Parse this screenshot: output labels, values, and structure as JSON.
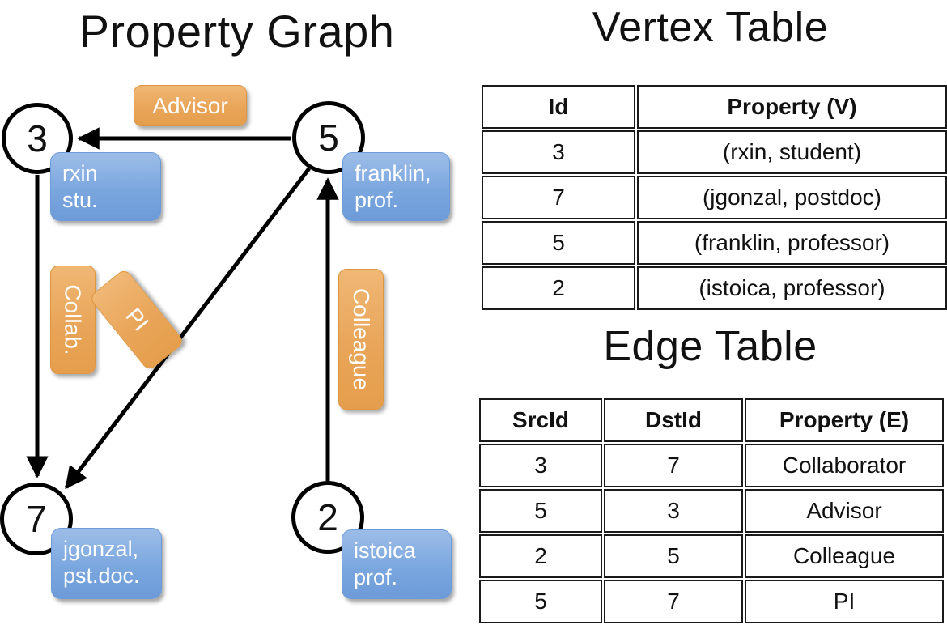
{
  "titles": {
    "property_graph": "Property Graph",
    "vertex_table": "Vertex Table",
    "edge_table": "Edge Table"
  },
  "colors": {
    "vertex_property_fill": "#d5e0f0",
    "edge_property_fill": "#f8dfc4",
    "vertex_box_fill": "#7ba7df",
    "edge_label_fill": "#e8a457",
    "stroke": "#000000",
    "background": "#ffffff"
  },
  "graph": {
    "nodes": [
      {
        "id": "3",
        "label": "3",
        "property_line1": "rxin",
        "property_line2": "stu."
      },
      {
        "id": "5",
        "label": "5",
        "property_line1": "franklin,",
        "property_line2": "prof."
      },
      {
        "id": "7",
        "label": "7",
        "property_line1": "jgonzal,",
        "property_line2": "pst.doc."
      },
      {
        "id": "2",
        "label": "2",
        "property_line1": "istoica",
        "property_line2": "prof."
      }
    ],
    "edge_labels": [
      {
        "name": "advisor",
        "text": "Advisor"
      },
      {
        "name": "collab",
        "text": "Collab."
      },
      {
        "name": "pi",
        "text": "PI"
      },
      {
        "name": "colleague",
        "text": "Colleague"
      }
    ],
    "edges": [
      {
        "from": "5",
        "to": "3",
        "label": "Advisor"
      },
      {
        "from": "3",
        "to": "7",
        "label": "Collab."
      },
      {
        "from": "5",
        "to": "7",
        "label": "PI"
      },
      {
        "from": "2",
        "to": "5",
        "label": "Colleague"
      }
    ]
  },
  "vertex_table": {
    "headers": [
      "Id",
      "Property (V)"
    ],
    "rows": [
      {
        "id": "3",
        "property": "(rxin, student)"
      },
      {
        "id": "7",
        "property": "(jgonzal, postdoc)"
      },
      {
        "id": "5",
        "property": "(franklin, professor)"
      },
      {
        "id": "2",
        "property": "(istoica, professor)"
      }
    ]
  },
  "edge_table": {
    "headers": [
      "SrcId",
      "DstId",
      "Property (E)"
    ],
    "rows": [
      {
        "src": "3",
        "dst": "7",
        "property": "Collaborator"
      },
      {
        "src": "5",
        "dst": "3",
        "property": "Advisor"
      },
      {
        "src": "2",
        "dst": "5",
        "property": "Colleague"
      },
      {
        "src": "5",
        "dst": "7",
        "property": "PI"
      }
    ]
  }
}
